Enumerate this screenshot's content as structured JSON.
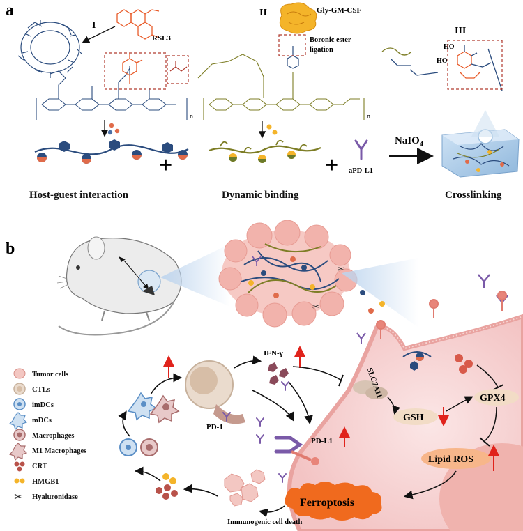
{
  "panel_a": {
    "label": "a",
    "roman": [
      "I",
      "II",
      "III"
    ],
    "rsl3": "RSL3",
    "gm_csf": "Gly-GM-CSF",
    "boronic": [
      "Boronic ester",
      "ligation"
    ],
    "n_sub": "n",
    "ho": "HO",
    "bottom_labels": {
      "host_guest": "Host-guest interaction",
      "dynamic": "Dynamic binding",
      "crosslinking": "Crosslinking"
    },
    "apdl1": "aPD-L1",
    "naio4": "NaIO",
    "naio4_sub": "4",
    "plus": "+"
  },
  "panel_b": {
    "label": "b",
    "ifn": "IFN-γ",
    "slc": "SLC7A11",
    "gsh": "GSH",
    "gpx4": "GPX4",
    "lipid_ros": "Lipid ROS",
    "pd1": "PD-1",
    "pdl1": "PD-L1",
    "ferroptosis": "Ferroptosis",
    "icd": "Immunogenic cell death"
  },
  "legend": [
    {
      "label": "Tumor cells",
      "icon": "tumor-cell-icon"
    },
    {
      "label": "CTLs",
      "icon": "ctl-icon"
    },
    {
      "label": "imDCs",
      "icon": "imdc-icon"
    },
    {
      "label": "mDCs",
      "icon": "mdc-icon"
    },
    {
      "label": "Macrophages",
      "icon": "macrophage-icon"
    },
    {
      "label": "M1 Macrophages",
      "icon": "m1-macrophage-icon"
    },
    {
      "label": "CRT",
      "icon": "crt-icon"
    },
    {
      "label": "HMGB1",
      "icon": "hmgb1-icon"
    },
    {
      "label": "Hyaluronidase",
      "icon": "scissors-icon"
    }
  ],
  "colors": {
    "navy": "#2b4c7e",
    "olive": "#8a8a2a",
    "red_arrow": "#e0231c",
    "membrane": "#e9a3a0",
    "ferroptosis": "#f06a1e"
  }
}
